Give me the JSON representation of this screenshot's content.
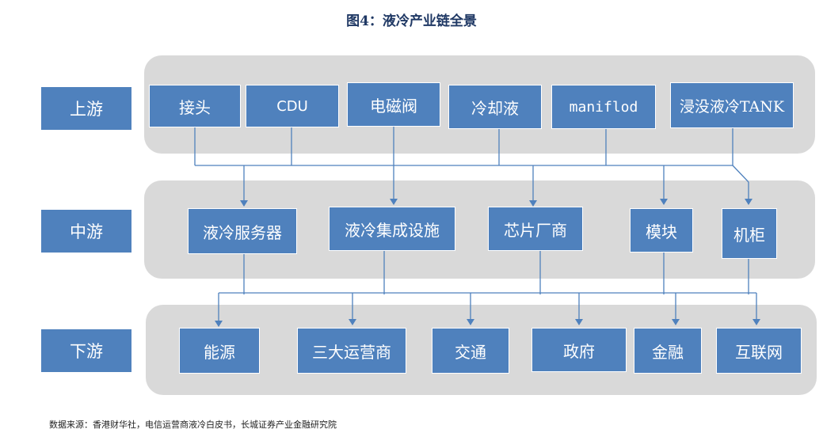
{
  "title": "图4：液冷产业链全景",
  "stages": {
    "upstream": "上游",
    "midstream": "中游",
    "downstream": "下游"
  },
  "upstream_items": [
    "接头",
    "CDU",
    "电磁阀",
    "冷却液",
    "maniflod",
    "浸没液冷TANK"
  ],
  "midstream_items": [
    "液冷服务器",
    "液冷集成设施",
    "芯片厂商",
    "模块",
    "机柜"
  ],
  "downstream_items": [
    "能源",
    "三大运营商",
    "交通",
    "政府",
    "金融",
    "互联网"
  ],
  "source": "数据来源：香港财华社，电信运营商液冷白皮书，长城证券产业金融研究院",
  "colors": {
    "box": "#4f81bd",
    "band": "#d9d9d9",
    "line": "#4f81bd",
    "title": "#1f3864"
  }
}
